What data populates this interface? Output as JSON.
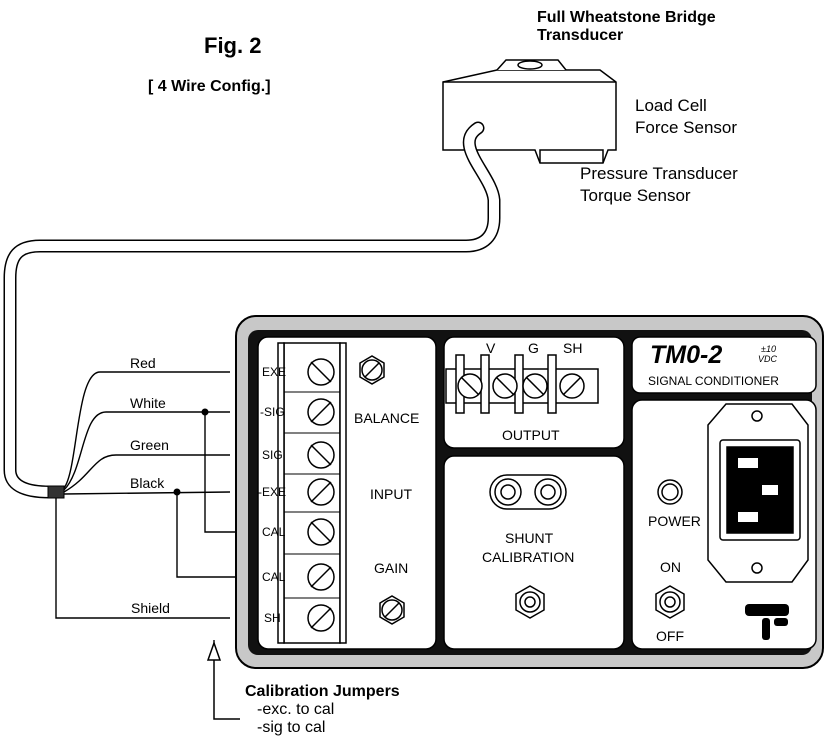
{
  "figure": {
    "title": "Fig. 2",
    "subtitle": "[ 4 Wire Config.]"
  },
  "transducer": {
    "title_line1": "Full Wheatstone Bridge",
    "title_line2": "Transducer",
    "types": [
      "Load Cell",
      "Force Sensor",
      "Pressure Transducer",
      "Torque Sensor"
    ]
  },
  "wires": [
    "Red",
    "White",
    "Green",
    "Black",
    "Shield"
  ],
  "input_terminals": [
    "EXE",
    "-SIG",
    "SIG",
    "-EXE",
    "CAL",
    "CAL",
    "SH"
  ],
  "panel": {
    "balance_label": "BALANCE",
    "input_label": "INPUT",
    "gain_label": "GAIN",
    "output_terminals": [
      "V",
      "G",
      "SH"
    ],
    "output_label": "OUTPUT",
    "shunt_line1": "SHUNT",
    "shunt_line2": "CALIBRATION",
    "model": "TM0-2",
    "range_line1": "±10",
    "range_line2": "VDC",
    "model_subtitle": "SIGNAL CONDITIONER",
    "power_label": "POWER",
    "on_label": "ON",
    "off_label": "OFF"
  },
  "calibration": {
    "title": "Calibration Jumpers",
    "notes": [
      "-exc. to cal",
      "-sig to cal"
    ]
  }
}
